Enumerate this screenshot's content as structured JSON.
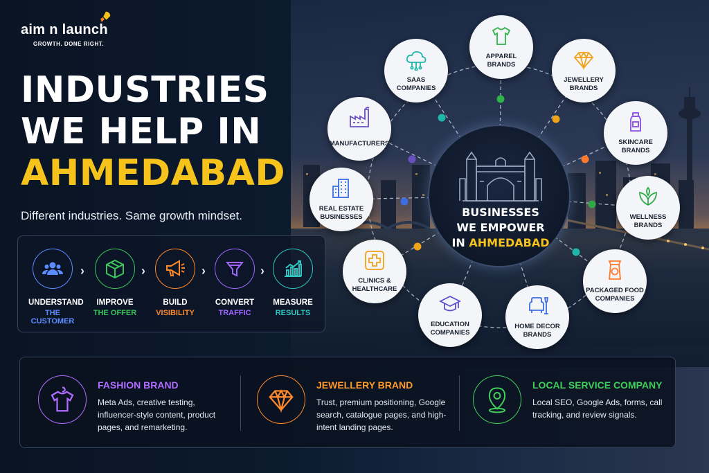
{
  "brand": {
    "name": "aim n launch",
    "tagline": "GROWTH. DONE RIGHT."
  },
  "headline": {
    "line1": "INDUSTRIES",
    "line2": "WE HELP IN",
    "line3": "AHMEDABAD"
  },
  "subtitle": "Different industries. Same growth mindset.",
  "process": [
    {
      "line1": "UNDERSTAND",
      "line2": "THE CUSTOMER",
      "color": "#5b8cff",
      "icon": "users-icon"
    },
    {
      "line1": "IMPROVE",
      "line2": "THE OFFER",
      "color": "#39c45a",
      "icon": "box-icon"
    },
    {
      "line1": "BUILD",
      "line2": "VISIBILITY",
      "color": "#ff8a2b",
      "icon": "megaphone-icon"
    },
    {
      "line1": "CONVERT",
      "line2": "TRAFFIC",
      "color": "#a067ff",
      "icon": "funnel-icon"
    },
    {
      "line1": "MEASURE",
      "line2": "RESULTS",
      "color": "#2fc7c0",
      "icon": "chart-icon"
    }
  ],
  "hub": {
    "line1": "BUSINESSES",
    "line2": "WE EMPOWER",
    "line3_a": "IN ",
    "line3_b": "AHMEDABAD"
  },
  "industries": [
    {
      "l1": "SAAS",
      "l2": "COMPANIES",
      "icon": "cloud-icon",
      "color": "#1fb5a8"
    },
    {
      "l1": "APPAREL",
      "l2": "BRANDS",
      "icon": "tshirt-icon",
      "color": "#2fb34a"
    },
    {
      "l1": "JEWELLERY",
      "l2": "BRANDS",
      "icon": "diamond-icon",
      "color": "#f0a21a"
    },
    {
      "l1": "SKINCARE",
      "l2": "BRANDS",
      "icon": "bottle-icon",
      "color": "#8a4fe0"
    },
    {
      "l1": "WELLNESS",
      "l2": "BRANDS",
      "icon": "leaf-icon",
      "color": "#2fa84a"
    },
    {
      "l1": "PACKAGED FOOD",
      "l2": "COMPANIES",
      "icon": "food-pack-icon",
      "color": "#ff7a2b"
    },
    {
      "l1": "HOME DECOR",
      "l2": "BRANDS",
      "icon": "armchair-icon",
      "color": "#3d6fe0"
    },
    {
      "l1": "EDUCATION",
      "l2": "COMPANIES",
      "icon": "graduation-cap-icon",
      "color": "#5a4fd0"
    },
    {
      "l1": "CLINICS &",
      "l2": "HEALTHCARE",
      "icon": "medical-cross-icon",
      "color": "#f0a21a"
    },
    {
      "l1": "REAL ESTATE",
      "l2": "BUSINESSES",
      "icon": "building-icon",
      "color": "#3d6fe0"
    },
    {
      "l1": "MANUFACTURERS",
      "l2": "",
      "icon": "factory-icon",
      "color": "#6a4fc0"
    }
  ],
  "cards": [
    {
      "title": "FASHION BRAND",
      "desc": "Meta Ads, creative testing, influencer-style content, product pages, and remarketing.",
      "color": "#b06cff",
      "icon": "tshirt-icon"
    },
    {
      "title": "JEWELLERY BRAND",
      "desc": "Trust, premium positioning, Google search, catalogue pages, and high-intent landing pages.",
      "color": "#ff8a2b",
      "icon": "diamond-icon"
    },
    {
      "title": "LOCAL SERVICE COMPANY",
      "desc": "Local SEO, Google Ads, forms, call tracking, and review signals.",
      "color": "#3fcf5a",
      "icon": "location-pin-icon"
    }
  ]
}
